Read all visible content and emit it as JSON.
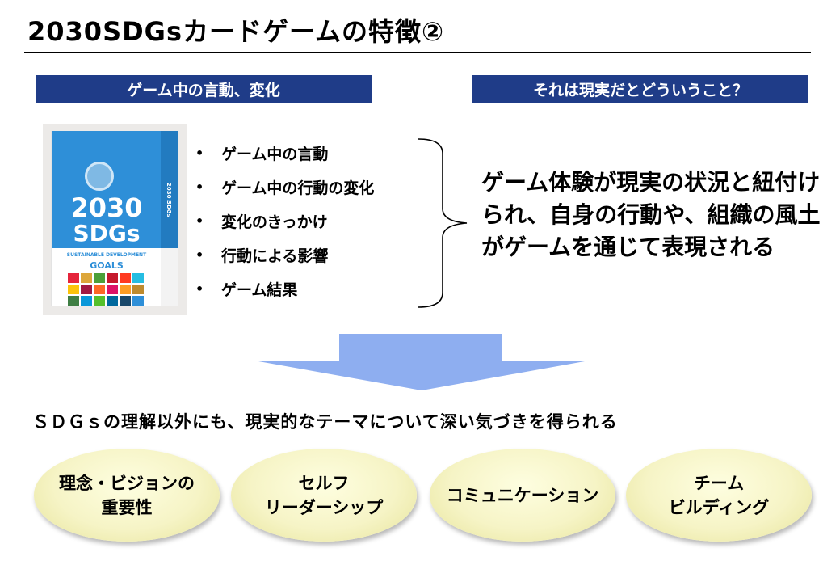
{
  "title": "2030SDGsカードゲームの特徴②",
  "left_header": "ゲーム中の言動、変化",
  "right_header": "それは現実だとどういうこと？",
  "product_box": {
    "line1": "2030",
    "line2": "SDGs",
    "logo_small": "SUSTAINABLE DEVELOPMENT",
    "logo": "GOALS",
    "side_text": "2030 SDGs"
  },
  "bullets": [
    "ゲーム中の言動",
    "ゲーム中の行動の変化",
    "変化のきっかけ",
    "行動による影響",
    "ゲーム結果"
  ],
  "statement": "ゲーム体験が現実の状況と紐付けられ、自身の行動や、組織の風土がゲームを通じて表現される",
  "conclusion": "ＳＤＧｓの理解以外にも、現実的なテーマについて深い気づきを得られる",
  "pills": [
    {
      "line1": "理念・ビジョンの",
      "line2": "重要性"
    },
    {
      "line1": "セルフ",
      "line2": "リーダーシップ"
    },
    {
      "line1": "コミュニケーション",
      "line2": ""
    },
    {
      "line1": "チーム",
      "line2": "ビルディング"
    }
  ],
  "colors": {
    "header_bar": "#1f3c88",
    "arrow": "#8eaef0",
    "pill_fill": "#f6f4c6",
    "box_blue": "#2e8fd8"
  }
}
